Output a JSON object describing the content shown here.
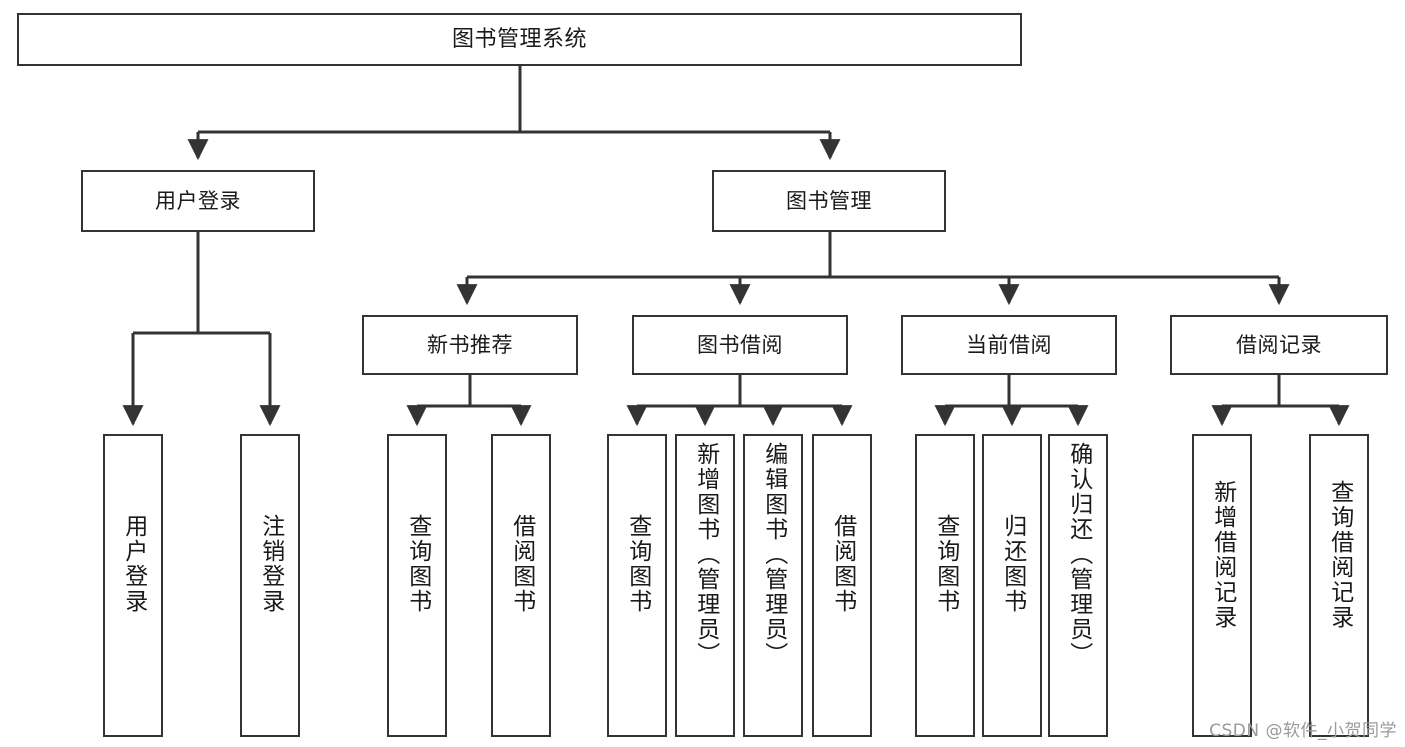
{
  "diagram": {
    "title": "图书管理系统",
    "watermark": "CSDN @软件_小贺同学",
    "type": "tree-hierarchy-diagram",
    "accent_color": "#333333",
    "background_color": "#ffffff",
    "root": {
      "label": "图书管理系统"
    },
    "level2": [
      {
        "label": "用户登录"
      },
      {
        "label": "图书管理"
      }
    ],
    "level3": [
      {
        "label": "新书推荐"
      },
      {
        "label": "图书借阅"
      },
      {
        "label": "当前借阅"
      },
      {
        "label": "借阅记录"
      }
    ],
    "leaves": {
      "user_login": [
        {
          "label": "用户登录"
        },
        {
          "label": "注销登录"
        }
      ],
      "new_book_recommend": [
        {
          "label": "查询图书"
        },
        {
          "label": "借阅图书"
        }
      ],
      "book_borrow": [
        {
          "label": "查询图书"
        },
        {
          "label": "新增图书（管理员）"
        },
        {
          "label": "编辑图书（管理员）"
        },
        {
          "label": "借阅图书"
        }
      ],
      "current_borrow": [
        {
          "label": "查询图书"
        },
        {
          "label": "归还图书"
        },
        {
          "label": "确认归还（管理员）"
        }
      ],
      "borrow_record": [
        {
          "label": "新增借阅记录"
        },
        {
          "label": "查询借阅记录"
        }
      ]
    }
  }
}
